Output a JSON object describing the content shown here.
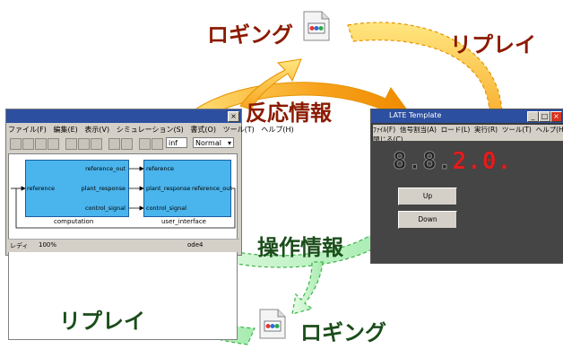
{
  "labels": {
    "logging_top": "ロギング",
    "replay_top": "リプレイ",
    "reaction_info": "反応情報",
    "operation_info": "操作情報",
    "replay_bottom": "リプレイ",
    "logging_bottom": "ロギング"
  },
  "simulink": {
    "menu": [
      "ファイル(F)",
      "編集(E)",
      "表示(V)",
      "シミュレーション(S)",
      "書式(O)",
      "ツール(T)",
      "ヘルプ(H)"
    ],
    "stop_time": "inf",
    "mode": "Normal",
    "computation": {
      "ports_in": [
        "reference"
      ],
      "ports_out": [
        "reference_out",
        "plant_response",
        "control_signal"
      ],
      "caption": "computation"
    },
    "user_interface": {
      "ports_in": [
        "reference",
        "plant_response",
        "control_signal"
      ],
      "ports_out": [
        "reference_out"
      ],
      "caption": "user_interface"
    },
    "status": {
      "left": "レディ",
      "zoom": "100%",
      "solver": "ode4"
    }
  },
  "gui": {
    "title": "LATE Template",
    "menu_row1": [
      "ﾌｧｲﾙ(F)",
      "信号割当(A)",
      "ロード(L)",
      "実行(R)",
      "ツール(T)",
      "ヘルプ(H)"
    ],
    "menu_row2": "閉じる(C)",
    "display_white": "8.8.",
    "display_red": "2.0.",
    "up_label": "Up",
    "down_label": "Down"
  },
  "colors": {
    "orange_arrow": "#f7a21c",
    "yellow_arrow": "#fdd835",
    "green_arrow": "#c8f5c0",
    "label_brown": "#8b1a00",
    "block_blue": "#4ab4ec"
  }
}
